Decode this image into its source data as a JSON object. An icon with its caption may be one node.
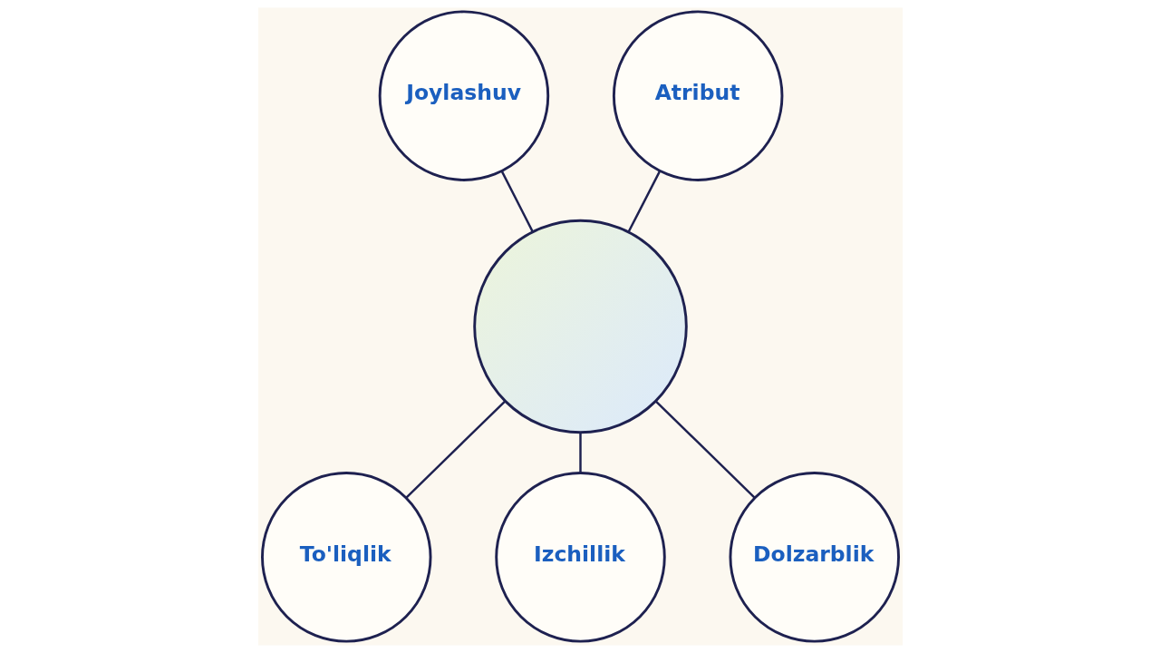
{
  "diagram": {
    "nodes": [
      {
        "text": [
          "Joylashuv"
        ]
      },
      {
        "text": [],
        "shape": "picture"
      },
      {
        "text": [
          "Atribut"
        ]
      },
      {
        "text": [
          "To'liqlik"
        ]
      },
      {
        "text": [
          "Izchillik"
        ]
      },
      {
        "text": [
          "Dolzarblik"
        ]
      }
    ],
    "edges": [
      {
        "from": 0,
        "to": 1,
        "arrow": "none"
      },
      {
        "from": 2,
        "to": 1,
        "arrow": "none"
      },
      {
        "from": 1,
        "to": 3,
        "arrow": "none"
      },
      {
        "from": 1,
        "to": 4,
        "arrow": "none"
      },
      {
        "from": 1,
        "to": 5,
        "arrow": "none"
      }
    ]
  }
}
